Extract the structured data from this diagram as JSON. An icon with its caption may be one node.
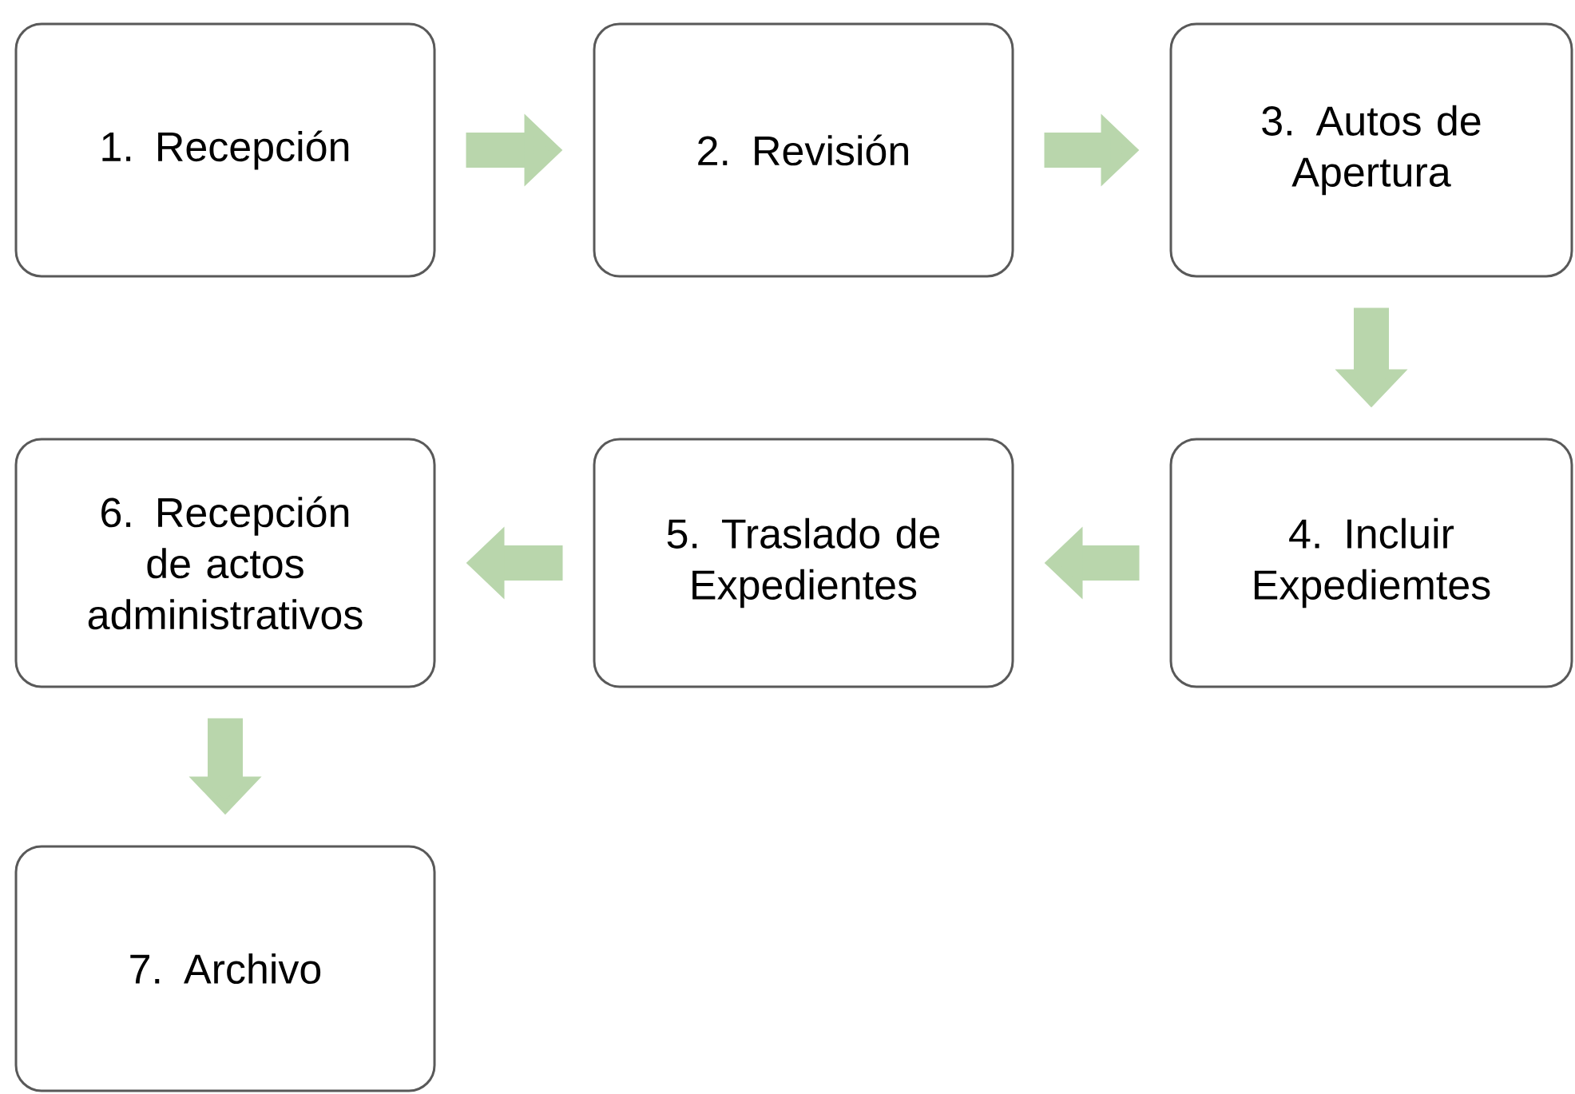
{
  "diagram": {
    "nodes": [
      {
        "text": [
          "1. Recepción"
        ]
      },
      {
        "text": [
          "2. Revisión"
        ]
      },
      {
        "text": [
          "3. Autos de Apertura"
        ]
      },
      {
        "text": [
          "4. Incluir Expediemtes"
        ]
      },
      {
        "text": [
          "5. Traslado de Expedientes"
        ]
      },
      {
        "text": [
          "6. Recepción de actos administrativos"
        ]
      },
      {
        "text": [
          "7. Archivo"
        ]
      }
    ],
    "edges": [
      {
        "from": 0,
        "to": 1,
        "arrow": "to"
      },
      {
        "from": 1,
        "to": 2,
        "arrow": "to"
      },
      {
        "from": 2,
        "to": 3,
        "arrow": "to"
      },
      {
        "from": 3,
        "to": 4,
        "arrow": "to"
      },
      {
        "from": 4,
        "to": 5,
        "arrow": "to"
      },
      {
        "from": 5,
        "to": 6,
        "arrow": "to"
      }
    ]
  }
}
